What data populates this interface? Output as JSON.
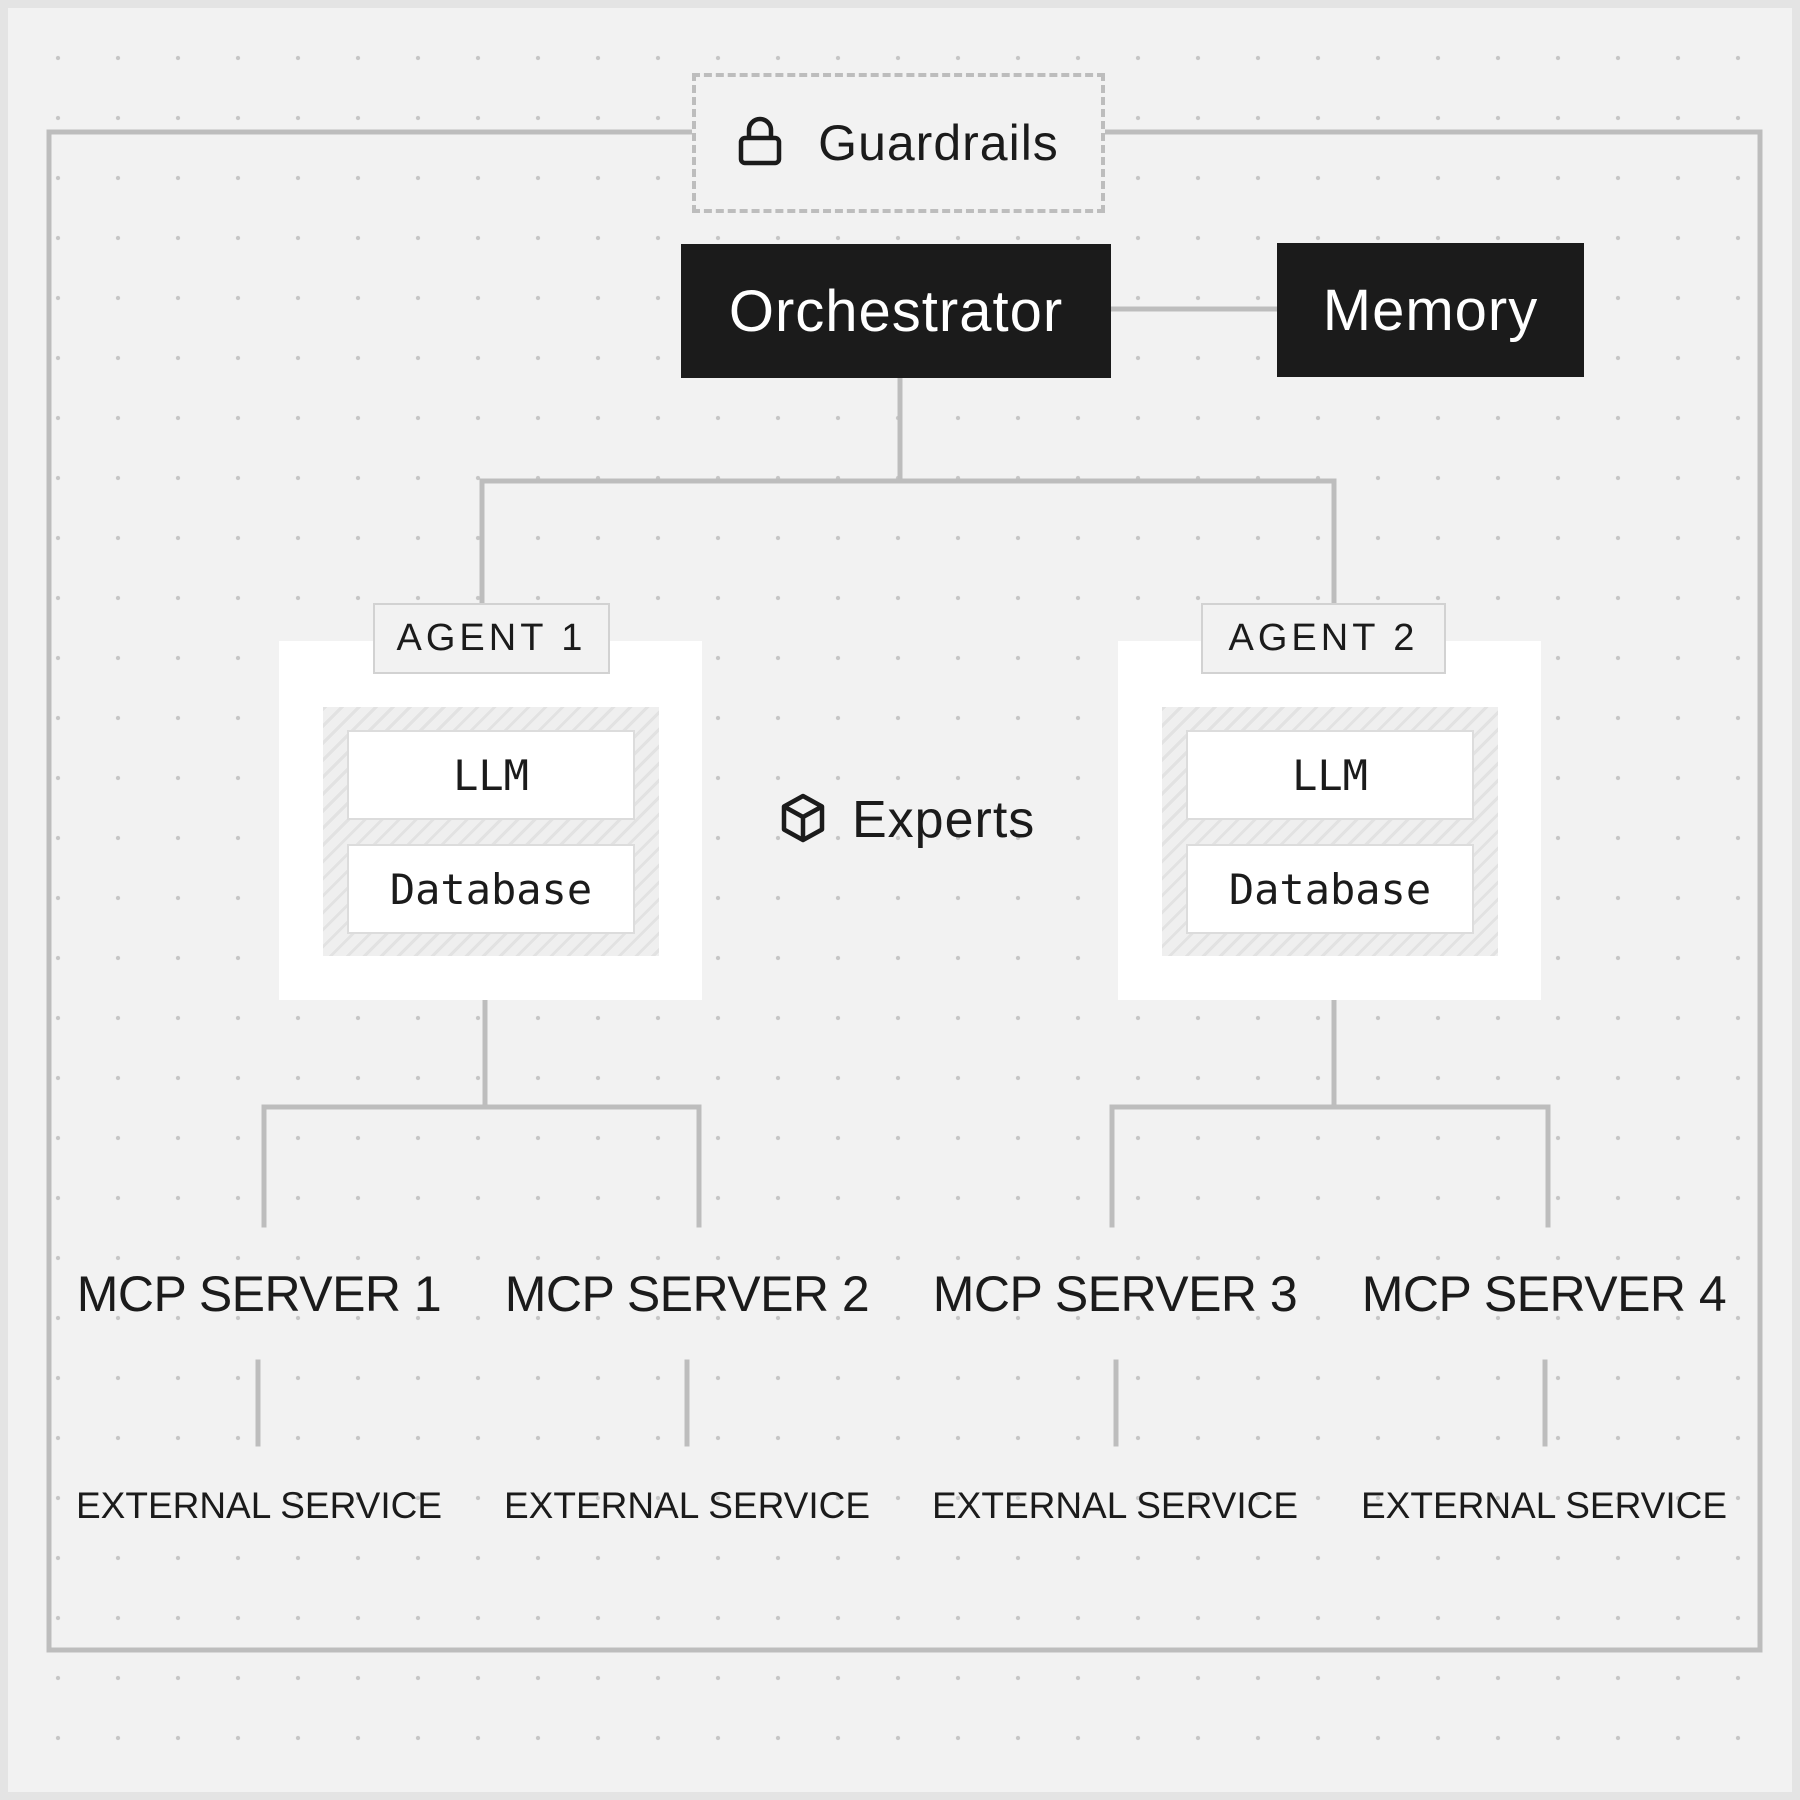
{
  "guardrails": {
    "label": "Guardrails",
    "icon": "lock-icon"
  },
  "orchestrator": {
    "label": "Orchestrator"
  },
  "memory": {
    "label": "Memory"
  },
  "experts": {
    "label": "Experts",
    "icon": "cube-icon"
  },
  "agents": [
    {
      "label": "AGENT 1",
      "components": [
        "LLM",
        "Database"
      ]
    },
    {
      "label": "AGENT 2",
      "components": [
        "LLM",
        "Database"
      ]
    }
  ],
  "servers": [
    {
      "label": "MCP SERVER 1",
      "service": "EXTERNAL SERVICE"
    },
    {
      "label": "MCP SERVER 2",
      "service": "EXTERNAL SERVICE"
    },
    {
      "label": "MCP SERVER 3",
      "service": "EXTERNAL SERVICE"
    },
    {
      "label": "MCP SERVER 4",
      "service": "EXTERNAL SERVICE"
    }
  ],
  "colors": {
    "background": "#f2f2f2",
    "dark_box": "#1b1b1b",
    "connector": "#bdbdbd",
    "text": "#1b1b1b"
  }
}
